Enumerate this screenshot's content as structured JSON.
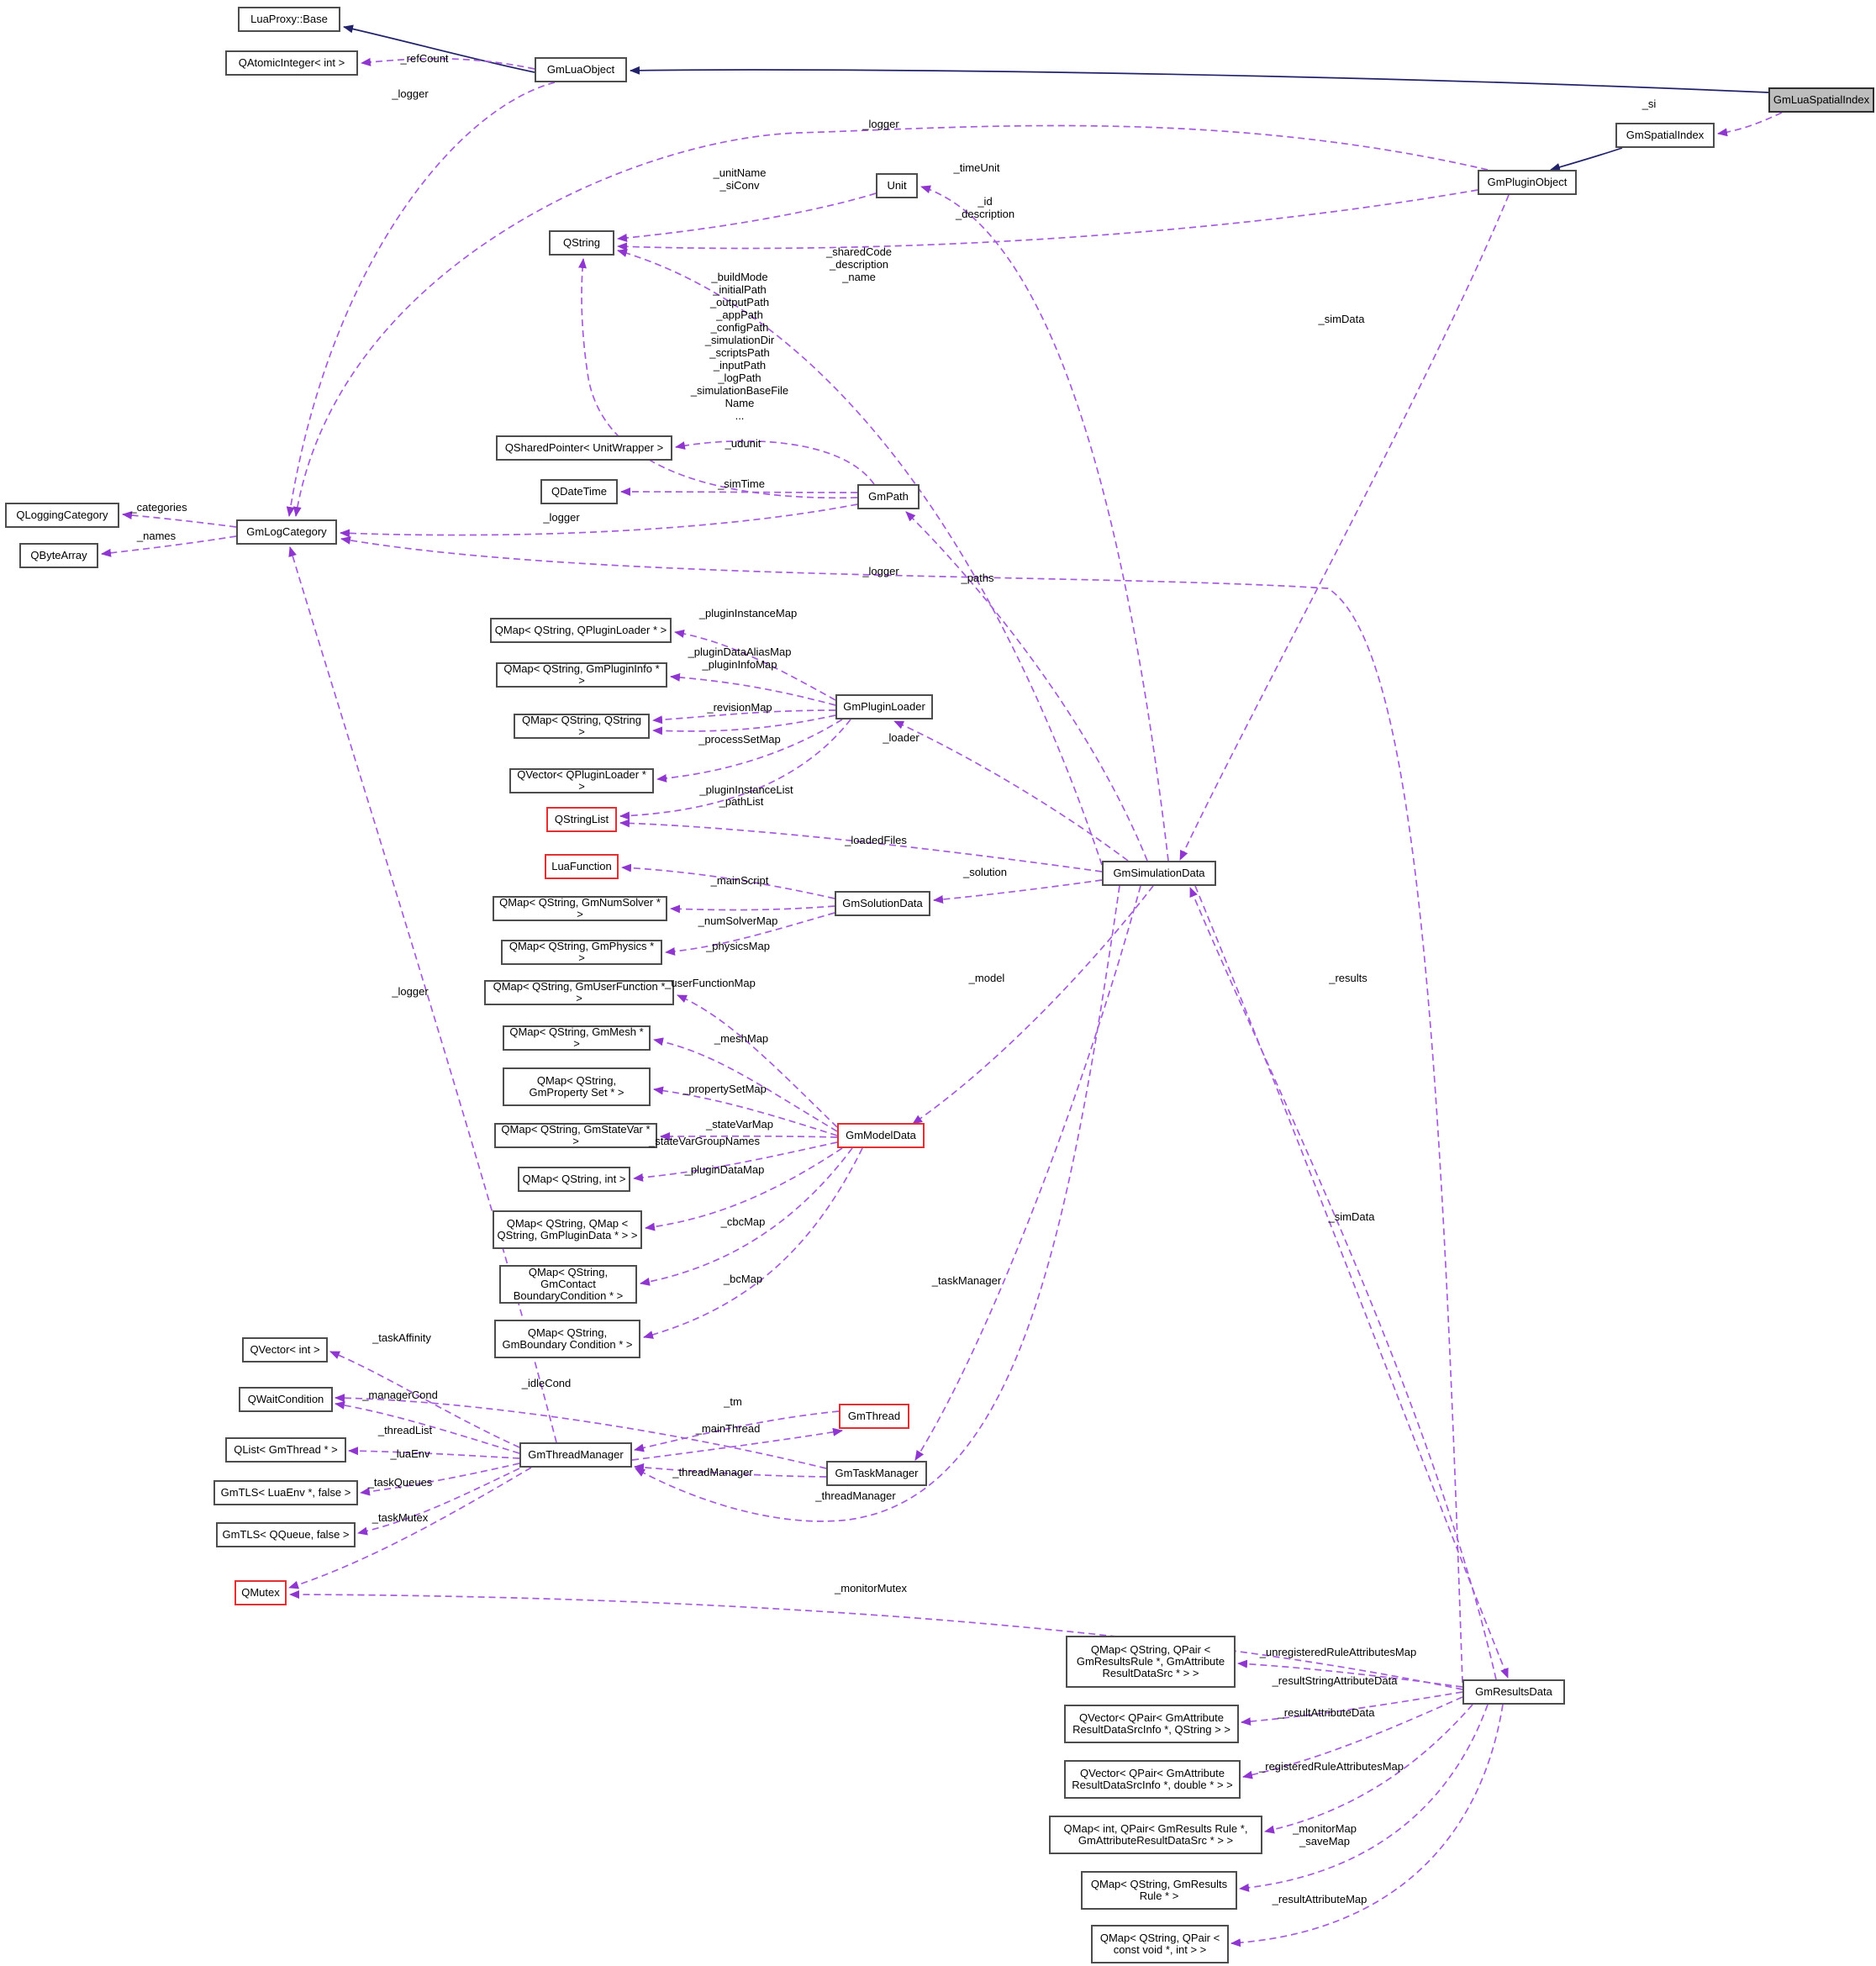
{
  "diagram": {
    "kind": "collaboration-graph",
    "focus_class": "GmLuaSpatialIndex"
  },
  "colors": {
    "edge_usage": "#a45ddb",
    "edge_usage_arrow": "#8f36cf",
    "edge_inheritance": "#22226b",
    "node_border": "#4d4d4d",
    "node_truncated_border": "#e03232",
    "focus_fill": "#bdbdbd"
  },
  "nodes": {
    "lua_proxy_base": {
      "label": "LuaProxy::Base"
    },
    "q_atomic_integer": {
      "label": "QAtomicInteger< int >"
    },
    "gm_lua_object": {
      "label": "GmLuaObject"
    },
    "gm_lua_spatial_index": {
      "label": "GmLuaSpatialIndex"
    },
    "gm_spatial_index": {
      "label": "GmSpatialIndex"
    },
    "gm_plugin_object": {
      "label": "GmPluginObject"
    },
    "unit": {
      "label": "Unit"
    },
    "q_string": {
      "label": "QString"
    },
    "q_shared_pointer_unit_wrapper": {
      "label": "QSharedPointer< UnitWrapper >"
    },
    "q_date_time": {
      "label": "QDateTime"
    },
    "gm_path": {
      "label": "GmPath"
    },
    "q_logging_category": {
      "label": "QLoggingCategory"
    },
    "q_byte_array": {
      "label": "QByteArray"
    },
    "gm_log_category": {
      "label": "GmLogCategory"
    },
    "qmap_qstring_qpluginloader": {
      "label": "QMap< QString, QPluginLoader * >"
    },
    "qmap_qstring_gmplugininfo": {
      "label": "QMap< QString, GmPluginInfo * >"
    },
    "gm_plugin_loader": {
      "label": "GmPluginLoader"
    },
    "qmap_qstring_qstring": {
      "label": "QMap< QString, QString >"
    },
    "qvector_qpluginloader": {
      "label": "QVector< QPluginLoader * >"
    },
    "q_string_list": {
      "label": "QStringList"
    },
    "lua_function": {
      "label": "LuaFunction"
    },
    "qmap_qstring_gmnumsolver": {
      "label": "QMap< QString, GmNumSolver * >"
    },
    "gm_solution_data": {
      "label": "GmSolutionData"
    },
    "gm_simulation_data": {
      "label": "GmSimulationData"
    },
    "qmap_qstring_gmphysics": {
      "label": "QMap< QString, GmPhysics * >"
    },
    "qmap_qstring_gmuserfunction": {
      "label": "QMap< QString, GmUserFunction * >"
    },
    "qmap_qstring_gmmesh": {
      "label": "QMap< QString, GmMesh * >"
    },
    "qmap_qstring_gmpropertyset": {
      "label": "QMap< QString, GmProperty Set * >"
    },
    "qmap_qstring_gmstatevar": {
      "label": "QMap< QString, GmStateVar * >"
    },
    "gm_model_data": {
      "label": "GmModelData"
    },
    "qmap_qstring_int": {
      "label": "QMap< QString, int >"
    },
    "qmap_qstring_qmap_gmplugindata": {
      "label": "QMap< QString, QMap < QString, GmPluginData * > >"
    },
    "qmap_qstring_gmcontactboundarycondition": {
      "label": "QMap< QString, GmContact BoundaryCondition * >"
    },
    "qmap_qstring_gmboundarycondition": {
      "label": "QMap< QString, GmBoundary Condition * >"
    },
    "qvector_int": {
      "label": "QVector< int >"
    },
    "q_wait_condition": {
      "label": "QWaitCondition"
    },
    "qlist_gmthread": {
      "label": "QList< GmThread * >"
    },
    "gmtls_luaenv": {
      "label": "GmTLS< LuaEnv *, false >"
    },
    "gmtls_qqueue": {
      "label": "GmTLS< QQueue, false >"
    },
    "gm_thread_manager": {
      "label": "GmThreadManager"
    },
    "gm_thread": {
      "label": "GmThread"
    },
    "gm_task_manager": {
      "label": "GmTaskManager"
    },
    "q_mutex": {
      "label": "QMutex"
    },
    "qmap_unregistered_rules": {
      "label": "QMap< QString, QPair < GmResultsRule *, GmAttribute ResultDataSrc * > >"
    },
    "gm_results_data": {
      "label": "GmResultsData"
    },
    "qvector_attr_qstring": {
      "label": "QVector< QPair< GmAttribute ResultDataSrcInfo *, QString > >"
    },
    "qvector_attr_double": {
      "label": "QVector< QPair< GmAttribute ResultDataSrcInfo *, double * > >"
    },
    "qmap_int_rules": {
      "label": "QMap< int, QPair< GmResults Rule *, GmAttributeResultDataSrc * > >"
    },
    "qmap_qstring_gmresultsrule": {
      "label": "QMap< QString, GmResults Rule * >"
    },
    "qmap_qstring_qpair_constvoid": {
      "label": "QMap< QString, QPair < const void *, int > >"
    }
  },
  "edge_labels": {
    "refcount": "_refCount",
    "logger_luaobject": "_logger",
    "si": "_si",
    "logger_pluginobject": "_logger",
    "timeunit": "_timeUnit",
    "unitname_siconv": "_unitName\n_siConv",
    "id_description": "_id\n_description",
    "shared_desc_name": "_sharedCode\n_description\n_name",
    "path_fields": "_buildMode\n_initialPath\n_outputPath\n_appPath\n_configPath\n_simulationDir\n_scriptsPath\n_inputPath\n_logPath\n_simulationBaseFile\nName\n...",
    "udunit": "_udunit",
    "simtime": "_simTime",
    "logger_gmpath": "_logger",
    "categories": "_categories",
    "names": "_names",
    "logger_resultsdata": "_logger",
    "paths": "_paths",
    "plugininstancemap": "_pluginInstanceMap",
    "plugindataaliasmap_plugininfomap": "_pluginDataAliasMap\n_pluginInfoMap",
    "revisionmap": "_revisionMap",
    "processsetmap": "_processSetMap",
    "plugininstancelist": "_pluginInstanceList",
    "pathlist": "_pathList",
    "loader": "_loader",
    "loadedfiles": "_loadedFiles",
    "mainscript": "_mainScript",
    "numsolvermap": "_numSolverMap",
    "physicsmap": "_physicsMap",
    "solution": "_solution",
    "simdata_pluginobject": "_simData",
    "userfunctionmap": "_userFunctionMap",
    "meshmap": "_meshMap",
    "propertysetmap": "_propertySetMap",
    "statevarmap": "_stateVarMap",
    "statevargroupnames": "_stateVarGroupNames",
    "plugindatamap": "_pluginDataMap",
    "cbcmap": "_cbcMap",
    "bcmap": "_bcMap",
    "model": "_model",
    "taskmanager": "_taskManager",
    "results": "_results",
    "simdata_resultsdata": "_simData",
    "threadmanager_sim": "_threadManager",
    "threadmanager_task": "_threadManager",
    "tm": "_tm",
    "mainthread": "_mainThread",
    "taskaffinity": "_taskAffinity",
    "idlecond": "_idleCond",
    "managercond": "_managerCond",
    "threadlist": "_threadList",
    "luaenv": "_luaEnv",
    "taskqueues": "_taskQueues",
    "taskmutex": "_taskMutex",
    "monitormutex": "_monitorMutex",
    "logger_threadmanager": "_logger",
    "unregisteredruleattributesmap": "_unregisteredRuleAttributesMap",
    "resultstringattributedata": "_resultStringAttributeData",
    "resultattributedata": "_resultAttributeData",
    "registeredruleattributesmap": "_registeredRuleAttributesMap",
    "monitormap_savemap": "_monitorMap\n_saveMap",
    "resultattributemap": "_resultAttributeMap"
  }
}
